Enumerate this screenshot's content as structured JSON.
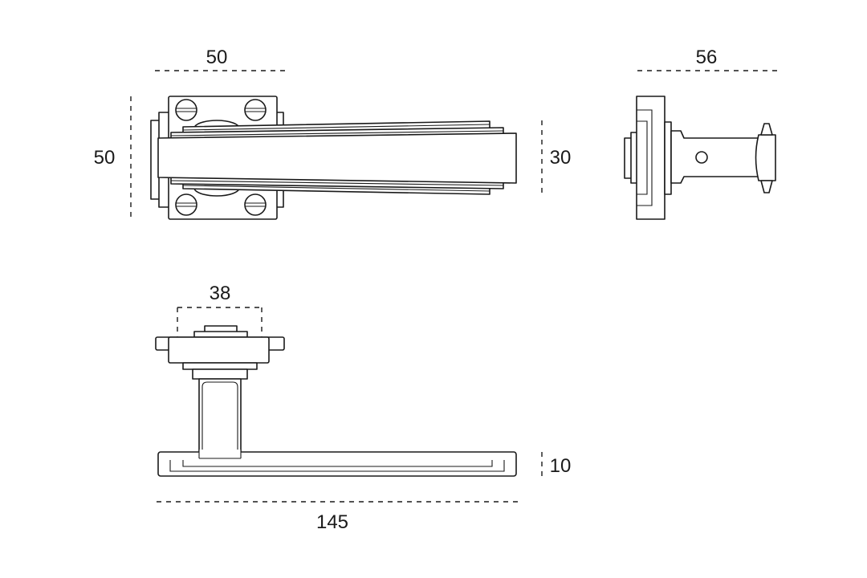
{
  "drawing": {
    "front_view": {
      "width_label": "50",
      "height_label": "50",
      "lever_height_label": "30"
    },
    "side_view": {
      "depth_label": "56"
    },
    "top_view": {
      "rose_label": "38",
      "lever_thickness_label": "10",
      "length_label": "145"
    }
  },
  "colors": {
    "line": "#1a1a1a",
    "background": "#ffffff"
  }
}
